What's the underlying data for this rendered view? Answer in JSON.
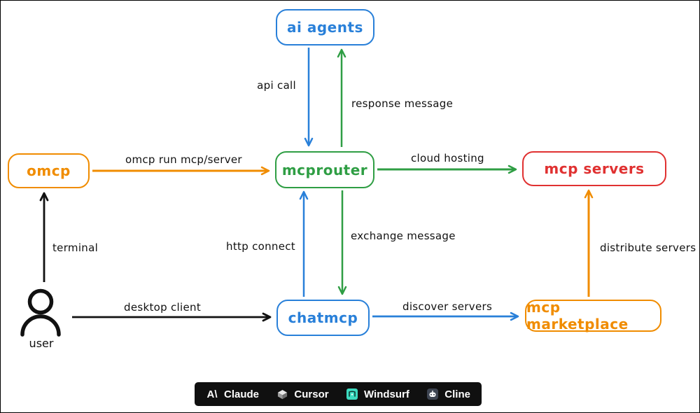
{
  "diagram": {
    "nodes": {
      "ai_agents": {
        "label": "ai agents",
        "color": "#2980d9"
      },
      "omcp": {
        "label": "omcp",
        "color": "#f08c00"
      },
      "mcprouter": {
        "label": "mcprouter",
        "color": "#2f9e44"
      },
      "mcp_servers": {
        "label": "mcp servers",
        "color": "#e03131"
      },
      "chatmcp": {
        "label": "chatmcp",
        "color": "#2980d9"
      },
      "mcp_marketplace": {
        "label": "mcp marketplace",
        "color": "#f08c00"
      },
      "user": {
        "label": "user",
        "color": "#111111"
      }
    },
    "edges": {
      "api_call": {
        "label": "api call",
        "from": "ai agents",
        "to": "mcprouter",
        "color": "#2980d9"
      },
      "response_message": {
        "label": "response message",
        "from": "mcprouter",
        "to": "ai agents",
        "color": "#2f9e44"
      },
      "omcp_run": {
        "label": "omcp run mcp/server",
        "from": "omcp",
        "to": "mcprouter",
        "color": "#f08c00"
      },
      "cloud_hosting": {
        "label": "cloud hosting",
        "from": "mcprouter",
        "to": "mcp servers",
        "color": "#2f9e44"
      },
      "terminal": {
        "label": "terminal",
        "from": "user",
        "to": "omcp",
        "color": "#111111"
      },
      "http_connect": {
        "label": "http connect",
        "from": "chatmcp",
        "to": "mcprouter",
        "color": "#2980d9"
      },
      "exchange_message": {
        "label": "exchange message",
        "from": "mcprouter",
        "to": "chatmcp",
        "color": "#2f9e44"
      },
      "distribute_servers": {
        "label": "distribute servers",
        "from": "mcp marketplace",
        "to": "mcp servers",
        "color": "#f08c00"
      },
      "desktop_client": {
        "label": "desktop client",
        "from": "user",
        "to": "chatmcp",
        "color": "#111111"
      },
      "discover_servers": {
        "label": "discover servers",
        "from": "chatmcp",
        "to": "mcp marketplace",
        "color": "#2980d9"
      }
    }
  },
  "footer": {
    "items": [
      {
        "label": "Claude",
        "icon": "anthropic-logo-icon"
      },
      {
        "label": "Cursor",
        "icon": "cursor-logo-icon"
      },
      {
        "label": "Windsurf",
        "icon": "windsurf-logo-icon"
      },
      {
        "label": "Cline",
        "icon": "cline-logo-icon"
      }
    ]
  },
  "colors": {
    "blue": "#2980d9",
    "green": "#2f9e44",
    "orange": "#f08c00",
    "red": "#e03131",
    "black": "#111111",
    "footer_bg": "#101010",
    "windsurf_teal": "#3ddbc0",
    "cline_slate": "#3d4451"
  }
}
